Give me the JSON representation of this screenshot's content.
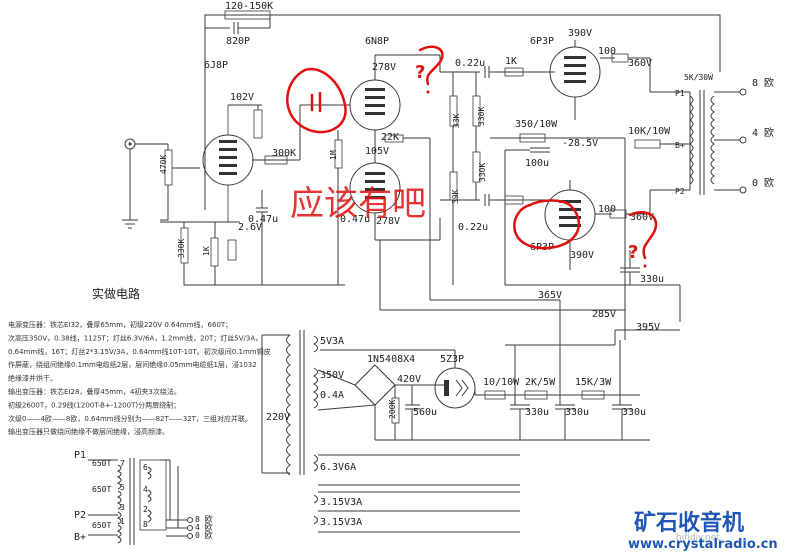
{
  "labels": {
    "fb_res": "120-150K",
    "fb_cap": "820P",
    "tube_6j8p": "6J8P",
    "tube_6n8p": "6N8P",
    "v_102": "102V",
    "v_278_top": "278V",
    "v_022_top": "0.22u",
    "r_1k": "1K",
    "tube_6p3p_top": "6P3P",
    "v_390_top": "390V",
    "r_100_top": "100",
    "v_360_top": "360V",
    "xfmr_rating": "5K/30W",
    "out_8": "8 欧",
    "out_4": "4 欧",
    "out_0": "0 欧",
    "r_470k": "470K",
    "r_300k": "300K",
    "r_1m": "1M",
    "r_22k": "22K",
    "v_105": "105V",
    "r_33k": "33K",
    "r_330k_a": "330K",
    "r_330k_b": "330K",
    "r_39k": "39K",
    "r_350_10w": "350/10W",
    "v_neg285": "-28.5V",
    "c_100u": "100u",
    "r_10k_10w_a": "10K/10W",
    "v_26": "2.6V",
    "c_047_a": "0.47u",
    "c_047_b": "0.47u",
    "v_278_bot": "278V",
    "c_022_bot": "0.22u",
    "r_100_bot": "100",
    "v_360_bot": "360V",
    "tube_6p3p_bot": "6P3P",
    "v_390_bot": "390V",
    "c_330u_a": "330u",
    "r_330k_c": "330K",
    "r_1k_b": "1K",
    "v_365": "365V",
    "v_285": "285V",
    "v_395": "395V",
    "pt_5v3a": "5V3A",
    "pt_350v": "350V",
    "pt_04a": "0.4A",
    "diode": "1N5408X4",
    "v_420": "420V",
    "tube_5z3p": "5Z3P",
    "r_10_10w": "10/10W",
    "r_2k_5w": "2K/5W",
    "r_15k_3w": "15K/3W",
    "pt_220v": "220V",
    "r_200k": "200K",
    "c_560u": "560u",
    "c_330u_b": "330u",
    "c_330u_c": "330u",
    "c_330u_d": "330u",
    "pt_63v": "6.3V6A",
    "pt_315_a": "3.15V3A",
    "pt_315_b": "3.15V3A",
    "xf_p1": "P1",
    "xf_p2": "P2",
    "xf_bplus": "B+",
    "xf_650_a": "650T",
    "xf_650_b": "650T",
    "xf_650_c": "650T",
    "xf_8ohm": "8 欧",
    "xf_4ohm": "4 欧",
    "xf_0ohm": "0 欧",
    "pin_7": "7",
    "pin_5": "5",
    "pin_3": "3",
    "pin_1": "1",
    "pin_6": "6",
    "pin_4": "4",
    "pin_2": "2",
    "pin_8": "8",
    "pt_p1": "P1",
    "pt_bplus": "B+",
    "pt_p2": "P2"
  },
  "notes": {
    "title": "实做电路",
    "lines": [
      "电源变压器：铁芯EI32，叠厚65mm，初级220V 0.64mm线，660T；",
      "次高压350V，0.38线，1125T；灯丝6.3V/6A，1.2mm线，20T；灯丝5V/3A，",
      "0.64mm线，16T；灯丝2*3.15V/3A，0.64mm线10T-10T。初次级间0.1mm铜皮",
      "作屏蔽，绕组间绝缘0.1mm电缆纸2层，层间绝缘0.05mm电缆纸1层，浸1032",
      "绝缘漆并烘干。",
      "输出变压器：铁芯EI28，叠厚45mm，4初夹3次绕法。",
      "初级2600T，0.29线(1200T-B+-1200T)分两层绕制；",
      "次级0——4欧——8欧，0.64mm线分别为——82T——32T，三组对应并联。",
      "输出变压器只做绕间绝缘不做层间绝缘，浸高频漆。"
    ]
  },
  "annotation": {
    "handwritten": "应该有吧",
    "marks": [
      "?",
      "?"
    ]
  },
  "watermark": {
    "brand": "矿石收音机",
    "site": "hifidiy.net",
    "url": "www.crystalradio.cn"
  }
}
